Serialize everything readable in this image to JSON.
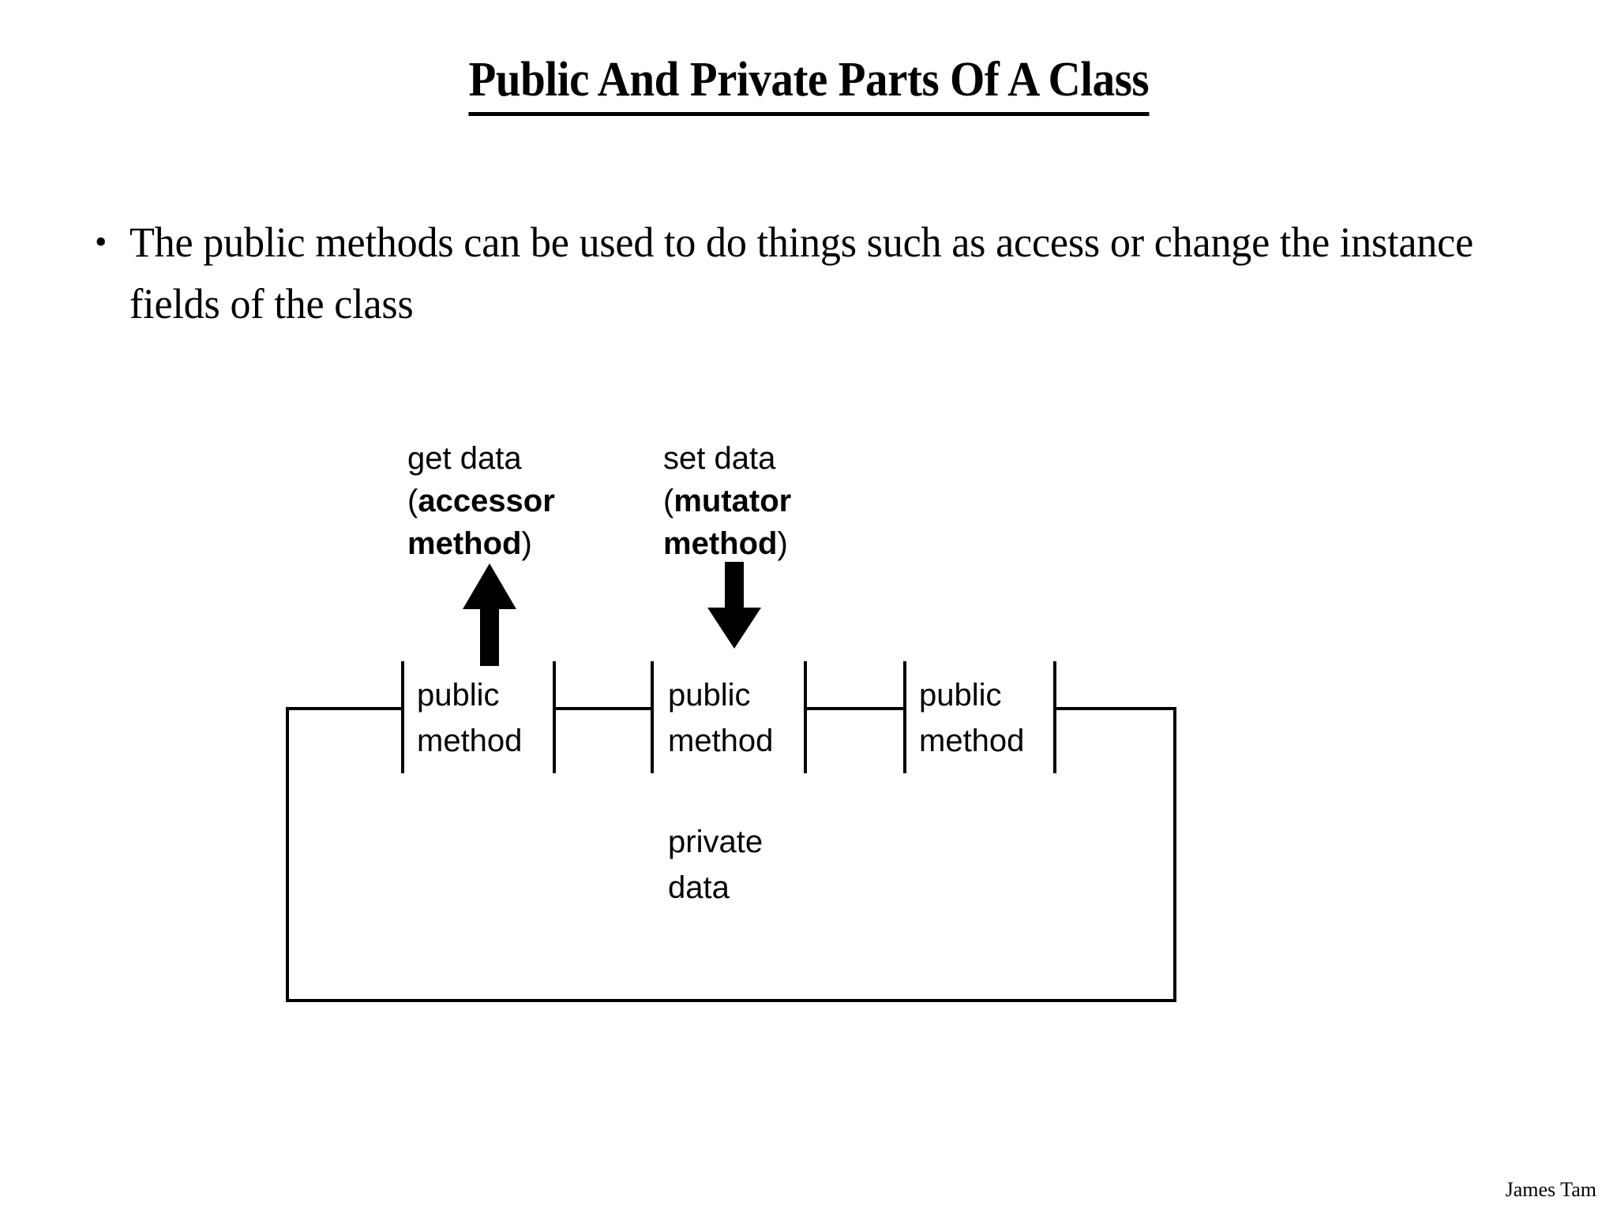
{
  "slide": {
    "title": "Public And Private Parts Of A Class",
    "background_color": "#ffffff",
    "ink_color": "#000000"
  },
  "body": {
    "bullets": [
      {
        "marker": "•",
        "text": "The public methods can be used to do things such as access or change the instance fields of the class"
      }
    ]
  },
  "diagram": {
    "callouts": [
      {
        "id": "accessor",
        "line1": "get data",
        "open_paren": "(",
        "emphasis1": "accessor",
        "emphasis2": "method",
        "close_paren": ")",
        "arrow": "arrow-up",
        "arrow_direction": "up"
      },
      {
        "id": "mutator",
        "line1": "set data",
        "open_paren": "(",
        "emphasis1": "mutator",
        "emphasis2": "method",
        "close_paren": ")",
        "arrow": "arrow-down",
        "arrow_direction": "down"
      }
    ],
    "class_box": {
      "tabs": [
        {
          "line1": "public",
          "line2": "method"
        },
        {
          "line1": "public",
          "line2": "method"
        },
        {
          "line1": "public",
          "line2": "method"
        }
      ],
      "private_section": {
        "line1": "private",
        "line2": "data"
      }
    }
  },
  "footer": {
    "author": "James Tam"
  }
}
